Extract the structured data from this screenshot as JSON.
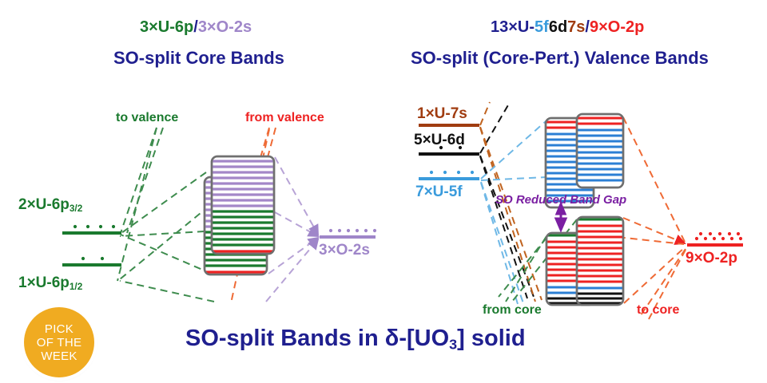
{
  "figure": {
    "main_title_pre": "SO-split Bands in ",
    "main_title_delta": "δ-[UO",
    "main_title_sub": "3",
    "main_title_post": "] solid",
    "main_title_full": "SO-split Bands in δ-[UO3] solid"
  },
  "colors": {
    "navy": "#1f1f8f",
    "green": "#1a7a2e",
    "purple_light": "#9f86c9",
    "purple_dark": "#7a3f9e",
    "red": "#ee2222",
    "orange": "#d2571a",
    "brown": "#a03c10",
    "blue": "#3a9bdc",
    "black": "#111111",
    "badge_gold": "#f0ab21",
    "band_outline": "#6f6f6f"
  },
  "left_panel": {
    "orbital_header": [
      {
        "text": "3×U-6p",
        "color": "#1a7a2e"
      },
      {
        "text": "/",
        "color": "#1f1f8f"
      },
      {
        "text": "3×O-2s",
        "color": "#9f86c9"
      }
    ],
    "subtitle": "SO-split Core Bands",
    "annotation_left": "to valence",
    "annotation_right": "from valence",
    "levels": [
      {
        "label_pre": "2×U-6p",
        "label_sub": "3/2",
        "color": "#1a7a2e",
        "dots": 4
      },
      {
        "label_pre": "1×U-6p",
        "label_sub": "1/2",
        "color": "#1a7a2e",
        "dots": 2
      }
    ],
    "target_level": {
      "label": "3×O-2s",
      "color": "#9f86c9",
      "dots": 6
    },
    "bands": [
      {
        "name": "upper-core-band",
        "purple_lines": 9,
        "green_lines": 8,
        "red_bottom": true
      },
      {
        "name": "lower-core-band",
        "purple_lines": 9,
        "green_lines": 9,
        "red_bottom": true
      }
    ]
  },
  "right_panel": {
    "orbital_header": [
      {
        "text": "13×U-",
        "color": "#1f1f8f"
      },
      {
        "text": "5f",
        "color": "#3a9bdc"
      },
      {
        "text": "6d",
        "color": "#111111"
      },
      {
        "text": "7s",
        "color": "#a03c10"
      },
      {
        "text": "/",
        "color": "#1f1f8f"
      },
      {
        "text": "9×O-2p",
        "color": "#ee2222"
      }
    ],
    "subtitle": "SO-split (Core-Pert.) Valence Bands",
    "annotation_left": "from core",
    "annotation_right": "to core",
    "gap_label": "SO Reduced Band Gap",
    "levels": [
      {
        "label": "1×U-7s",
        "color": "#a03c10",
        "dots": 0
      },
      {
        "label": "5×U-6d",
        "color": "#111111",
        "dots": 2
      },
      {
        "label": "7×U-5f",
        "color": "#3a9bdc",
        "dots": 4
      }
    ],
    "target_level": {
      "label": "9×O-2p",
      "color": "#ee2222",
      "dots": 6
    },
    "bands_upper": [
      {
        "name": "upper-valence-band-left",
        "red_lines": 2,
        "blue_lines": 13
      },
      {
        "name": "upper-valence-band-right",
        "red_lines": 2,
        "blue_lines": 10
      }
    ],
    "bands_lower": [
      {
        "name": "lower-valence-band-left",
        "green_top": true,
        "red_lines": 11,
        "blue_lines": 2,
        "black_lines": 3
      },
      {
        "name": "lower-valence-band-right",
        "green_top": true,
        "red_lines": 14,
        "blue_lines": 1,
        "black_lines": 4
      }
    ]
  },
  "badge": {
    "line1": "PICK",
    "line2": "OF THE",
    "line3": "WEEK"
  }
}
